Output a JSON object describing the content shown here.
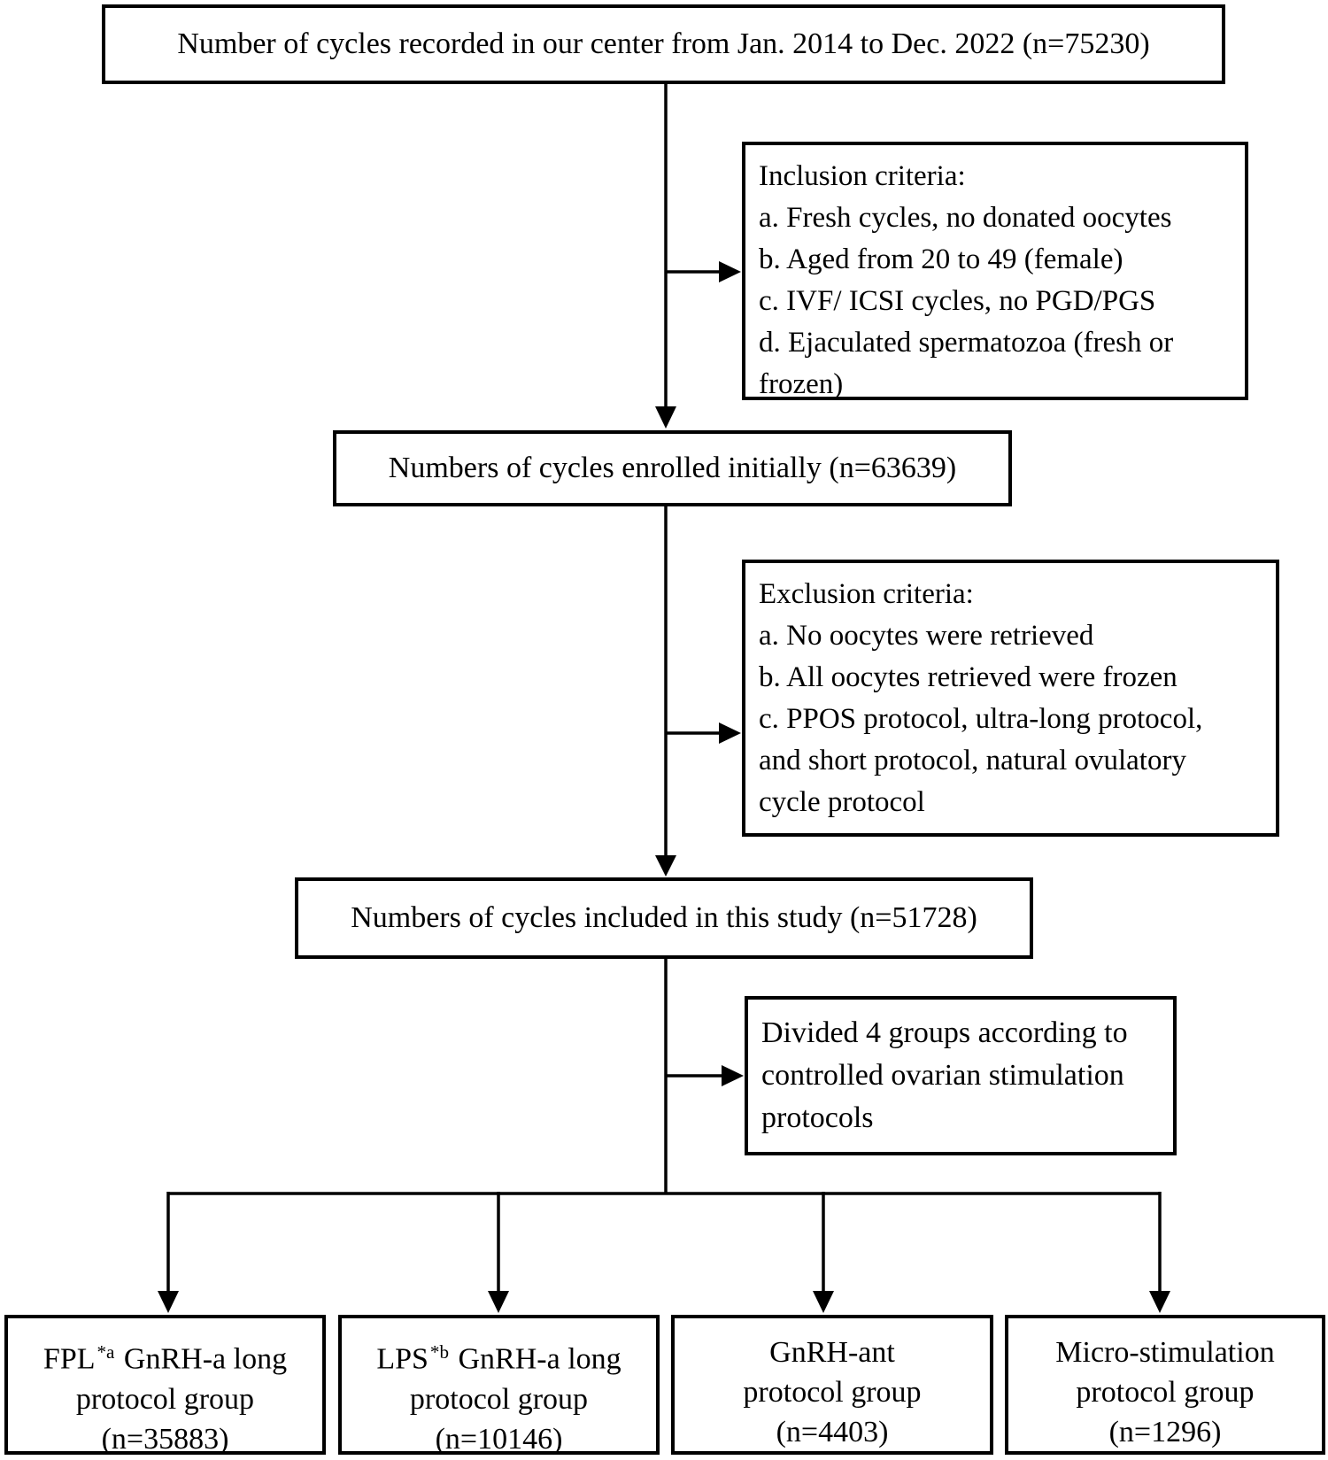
{
  "diagram": {
    "title_box": {
      "text": "Number of cycles recorded in our center from Jan. 2014 to Dec. 2022 (n=75230)"
    },
    "inclusion": {
      "lines": [
        "Inclusion criteria:",
        "a. Fresh cycles, no donated oocytes",
        "b. Aged from 20 to 49 (female)",
        "c. IVF/ ICSI cycles, no PGD/PGS",
        "d. Ejaculated spermatozoa (fresh or",
        "frozen)"
      ]
    },
    "enrolled": {
      "text": "Numbers of cycles enrolled initially (n=63639)"
    },
    "exclusion": {
      "lines": [
        "Exclusion criteria:",
        "a. No oocytes were retrieved",
        "b. All oocytes retrieved were frozen",
        "c. PPOS protocol, ultra-long protocol,",
        "and short protocol, natural ovulatory",
        "cycle protocol"
      ]
    },
    "included": {
      "text": "Numbers of cycles included in this study (n=51728)"
    },
    "divided": {
      "lines": [
        "Divided 4 groups according to",
        "controlled ovarian stimulation",
        "protocols"
      ]
    },
    "groups": [
      {
        "name_prefix": "FPL",
        "name_sup": "*a",
        "name_rest": " GnRH-a long",
        "line2": "protocol group",
        "n_label": "(n=35883)"
      },
      {
        "name_prefix": "LPS",
        "name_sup": "*b",
        "name_rest": " GnRH-a long",
        "line2": "protocol group",
        "n_label": "(n=10146)"
      },
      {
        "name_prefix": "",
        "name_sup": "",
        "name_rest": "GnRH-ant",
        "line2": "protocol group",
        "n_label": "(n=4403)"
      },
      {
        "name_prefix": "",
        "name_sup": "",
        "name_rest": "Micro-stimulation",
        "line2": "protocol group",
        "n_label": "(n=1296)"
      }
    ],
    "colors": {
      "line": "#000000",
      "text": "#000000",
      "background": "#ffffff"
    }
  }
}
